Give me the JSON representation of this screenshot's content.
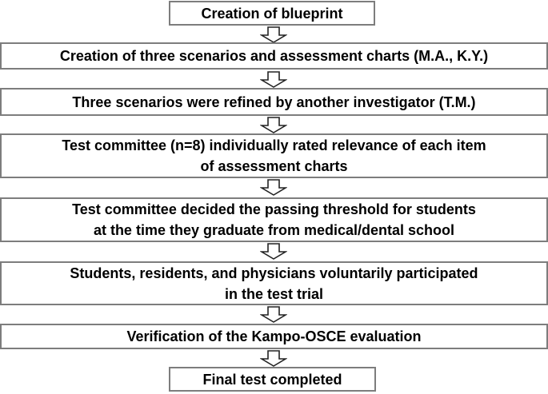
{
  "figure": {
    "background_color": "#ffffff",
    "box_fill_color": "#ffffff",
    "box_border_color": "#7d7d7d",
    "text_color": "#000000",
    "arrow_outline_color": "#222222",
    "arrow_fill_color": "#ffffff"
  },
  "flowchart": {
    "type": "vertical-process-flow",
    "connector": "hollow-down-arrow",
    "steps": [
      {
        "id": 1,
        "width": "narrow",
        "text": "Creation of blueprint"
      },
      {
        "id": 2,
        "width": "full",
        "text": "Creation of three scenarios and assessment charts (M.A., K.Y.)"
      },
      {
        "id": 3,
        "width": "full",
        "text": "Three scenarios were refined by another investigator (T.M.)"
      },
      {
        "id": 4,
        "width": "full",
        "text": "Test committee (n=8) individually rated relevance of each item\nof assessment charts"
      },
      {
        "id": 5,
        "width": "full",
        "text": "Test committee decided the passing threshold for students\nat the time they graduate from medical/dental school"
      },
      {
        "id": 6,
        "width": "full",
        "text": "Students, residents, and physicians voluntarily participated\nin the test trial"
      },
      {
        "id": 7,
        "width": "full",
        "text": "Verification of the Kampo-OSCE evaluation"
      },
      {
        "id": 8,
        "width": "narrow",
        "text": "Final test completed"
      }
    ]
  }
}
